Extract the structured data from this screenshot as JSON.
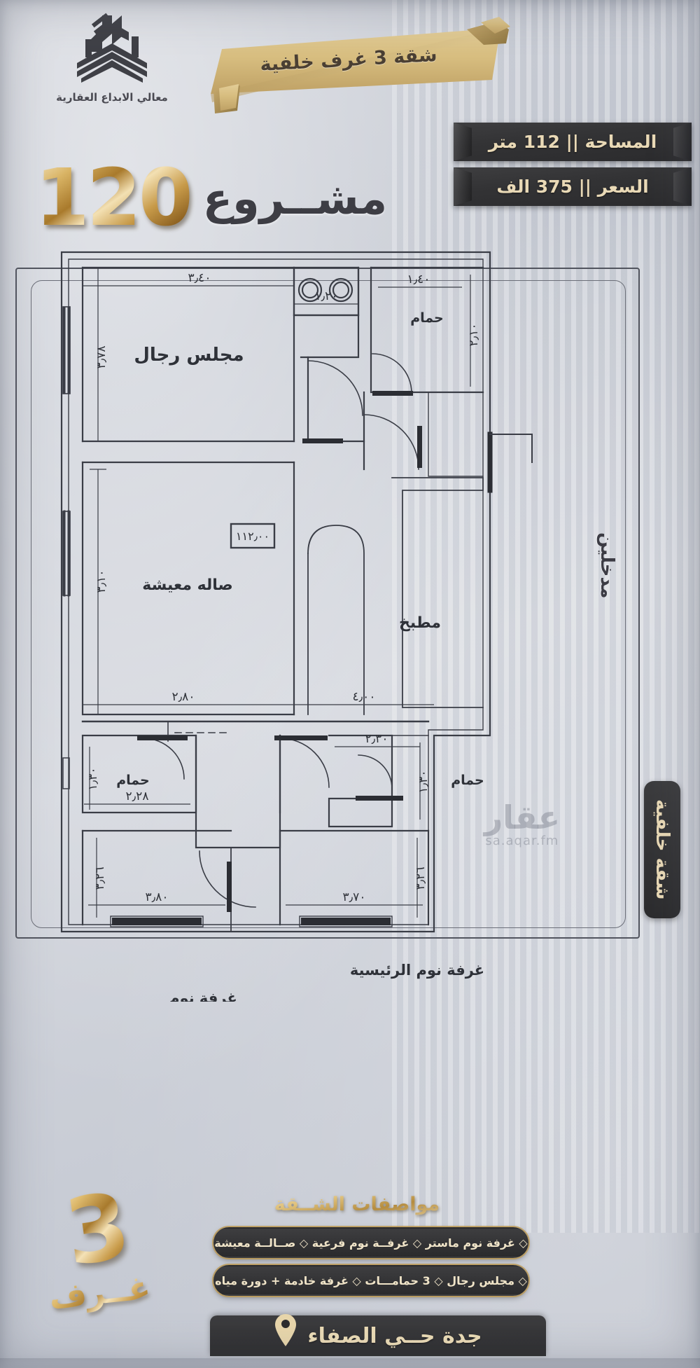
{
  "brand": {
    "name": "معالي الابداع العقارية",
    "logo_icon": "buildings-logo-icon"
  },
  "ribbon": {
    "label": "شقة 3 غرف خلفية"
  },
  "badges": [
    {
      "name": "area",
      "text": "المساحة  ||  112 متر"
    },
    {
      "name": "price",
      "text": "السعر  ||  375 الف"
    }
  ],
  "project": {
    "word": "مشــروع",
    "number": "120"
  },
  "plan": {
    "side_captions": {
      "entrances": "مدخلين",
      "rear_apartment": "شقة خلفية"
    },
    "area_tag": "١١٢٫٠٠",
    "rooms": [
      {
        "id": "majlis",
        "label": "مجلس رجال",
        "w": "٣٫٤٠",
        "h": "٣٫٧٨"
      },
      {
        "id": "bath-top",
        "label": "حمام",
        "w": "١٫٤٠",
        "h": "٢٫١٠"
      },
      {
        "id": "living",
        "label": "صاله معيشة",
        "w": "٢٫٨٠",
        "h": "٣٫١٠"
      },
      {
        "id": "kitchen",
        "label": "مطبخ",
        "w": "٤٫٠٠",
        "h": ""
      },
      {
        "id": "bath-left",
        "label": "حمام",
        "w": "٢٫٢٨",
        "h": "١٫٣٠"
      },
      {
        "id": "bath-right",
        "label": "حمام",
        "w": "٢٫٣٠",
        "h": "١٫٣٠"
      },
      {
        "id": "bedroom",
        "label": "غرفة نوم",
        "w": "٣٫٨٠",
        "h": "٣٫٢٦"
      },
      {
        "id": "master-bedroom",
        "label": "غرفة نوم الرئيسية",
        "w": "٣٫٧٠",
        "h": "٣٫٢٦"
      }
    ],
    "dimensions": {
      "top_majlis_w": "٣٫٤٠",
      "majlis_h": "٣٫٧٨",
      "bath_top_w": "١٫٤٠",
      "bath_top_h": "٢٫١٠",
      "kitchen_strip_w": "١٫٢٠",
      "living_h": "٣٫١٠",
      "living_w": "٢٫٨٠",
      "kitchen_w": "٤٫٠٠",
      "bath_left_w": "٢٫٢٨",
      "bath_left_h": "١٫٣٠",
      "bath_right_w": "٢٫٣٠",
      "bath_right_h": "١٫٣٠",
      "bedroom_h": "٣٫٢٦",
      "master_h": "٣٫٢٦",
      "bedroom_w": "٣٫٨٠",
      "master_w": "٣٫٧٠"
    }
  },
  "watermark": {
    "arabic": "عقار",
    "latin": "sa.aqar.fm"
  },
  "rooms_badge": {
    "number": "3",
    "word": "غــرف"
  },
  "specs": {
    "title": "مواصفات الشــقة",
    "rows": [
      "◇ غرفة نوم ماستر    ◇ غرفــة نوم فرعية    ◇ صــالــة معيشة",
      "◇ مجلس رجال  ◇  3 حمامـــات  ◇  غرفة خادمة + دورة مياه"
    ]
  },
  "location": {
    "text": "جدة حــي الصفاء",
    "icon": "map-pin-icon"
  },
  "colors": {
    "gold": "#d9b465",
    "dark": "#2e2e30",
    "cream": "#ecdcb6",
    "plan_line": "#3a3d46"
  }
}
